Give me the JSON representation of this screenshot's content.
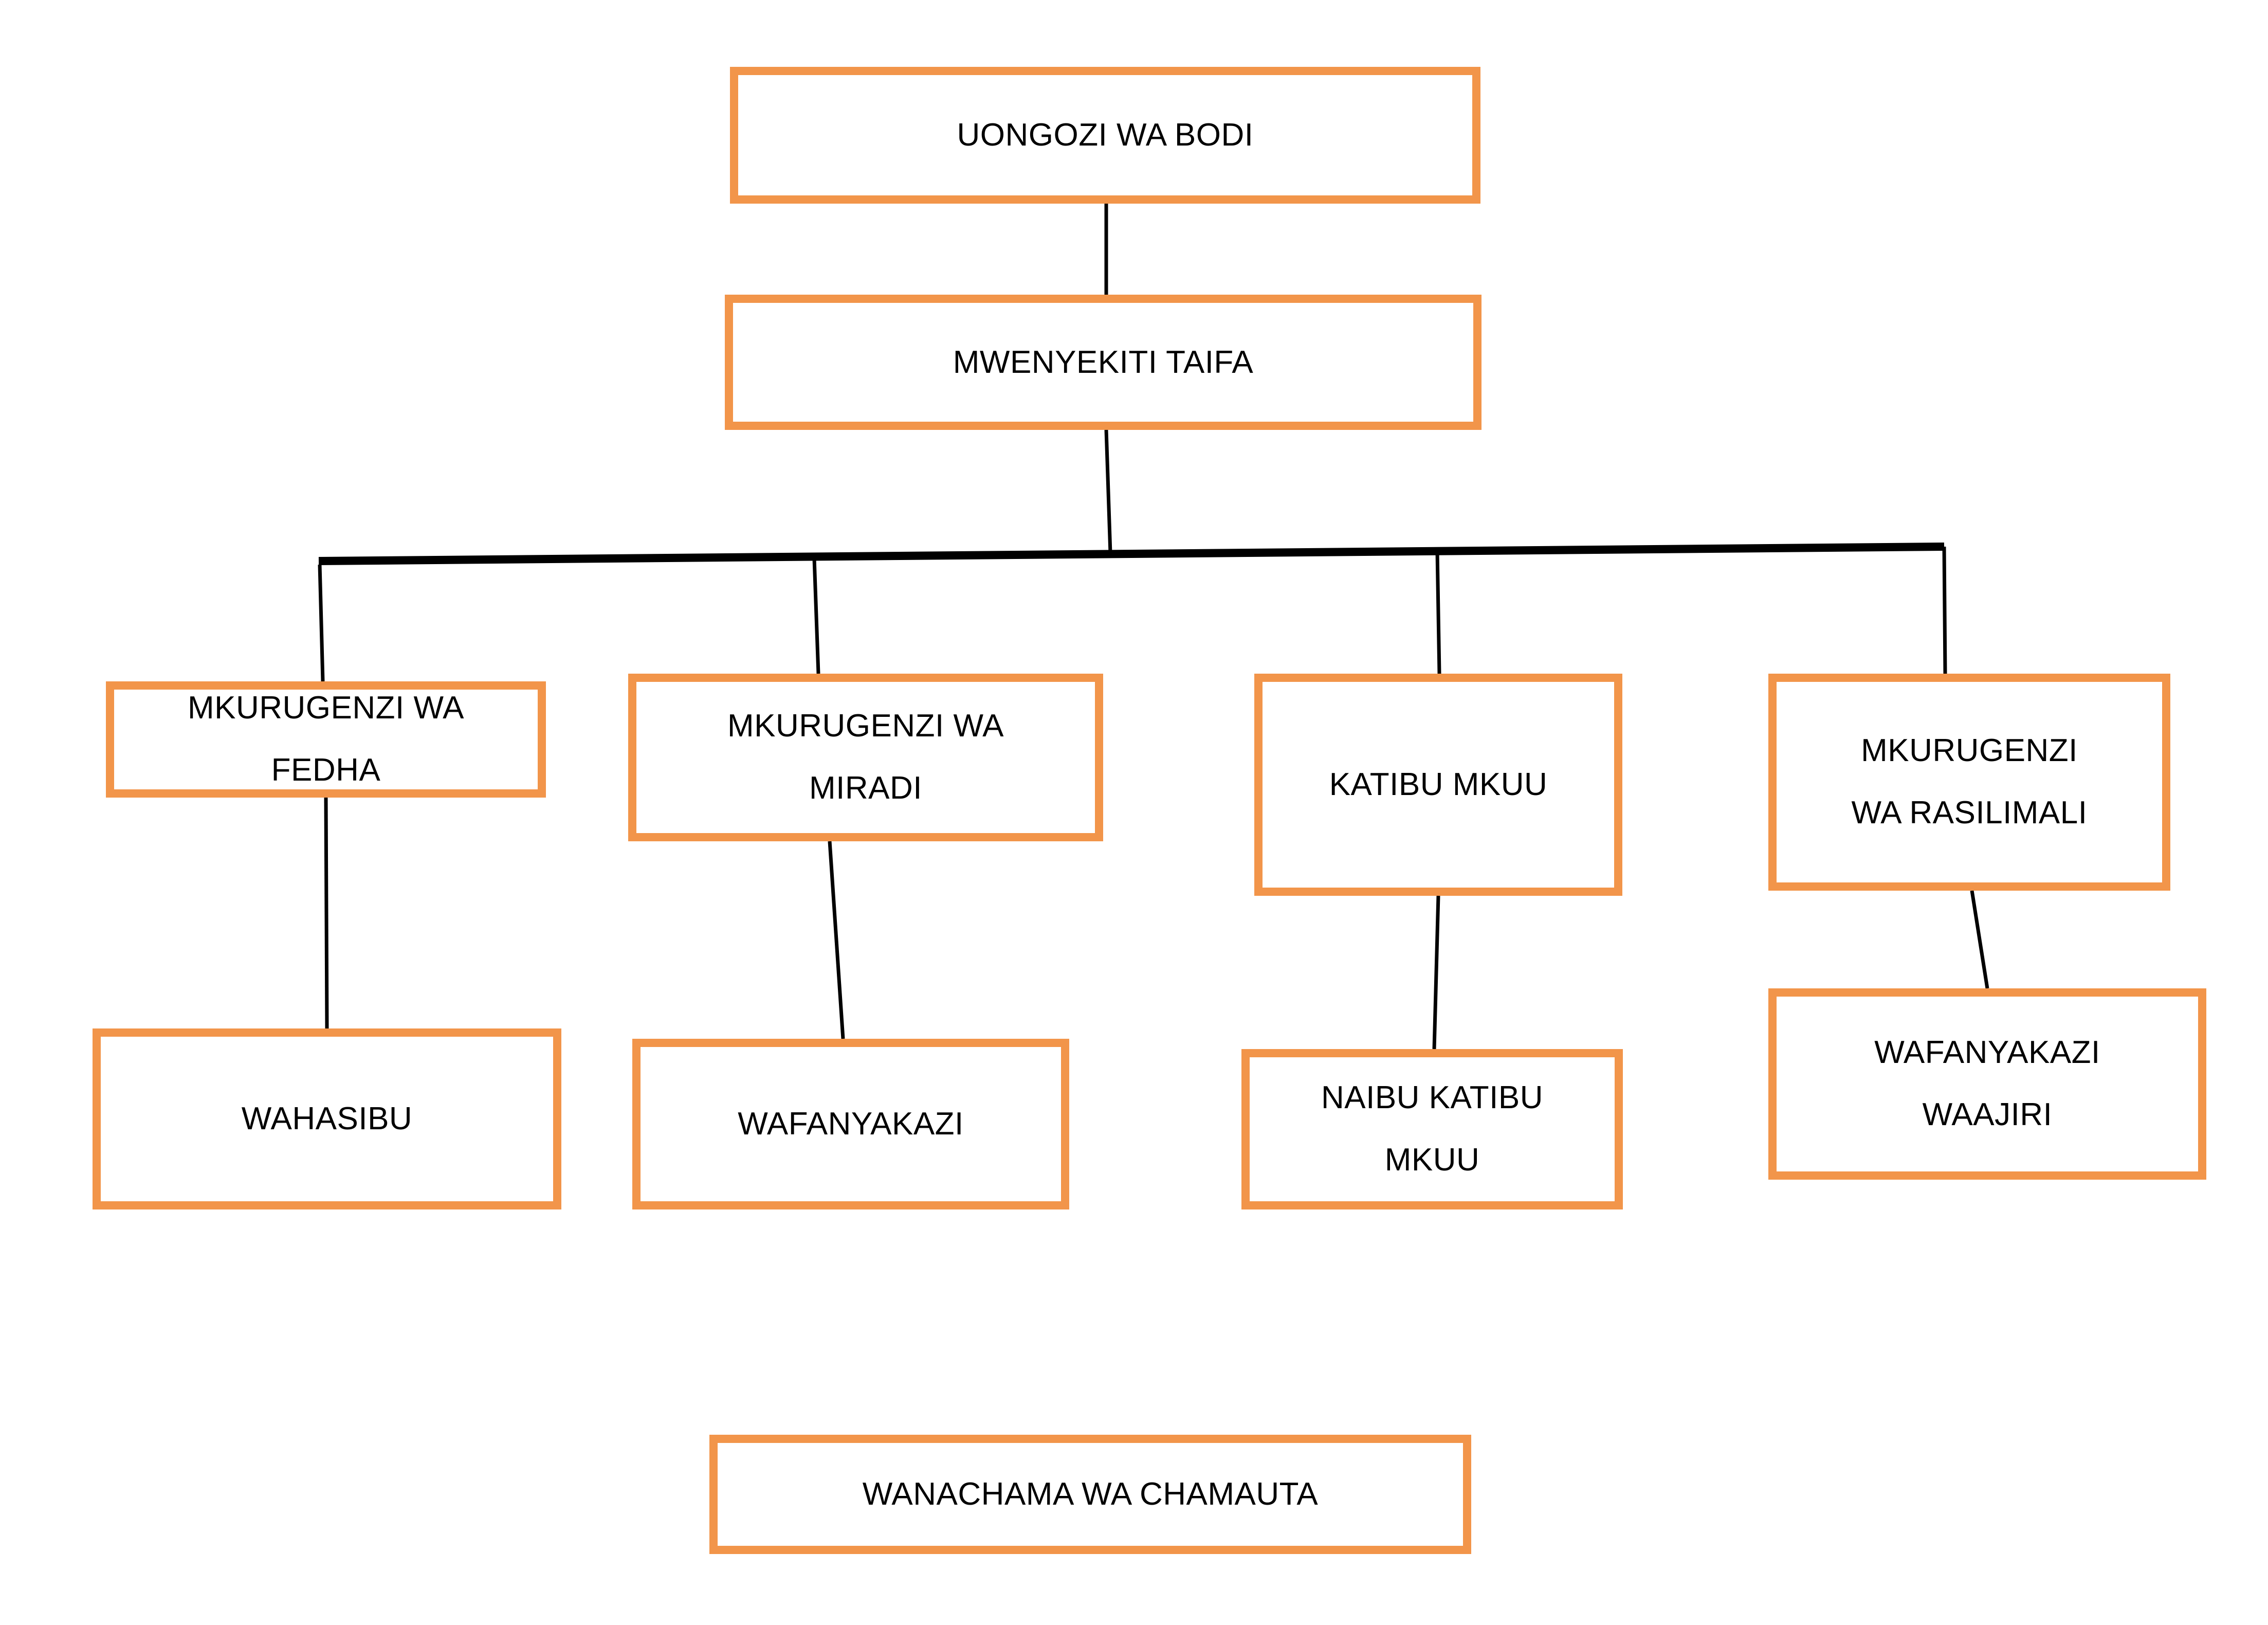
{
  "chart": {
    "type": "org-chart",
    "title": "",
    "accent_color": "#F2954A",
    "line_color": "#000000",
    "background_color": "#FFFFFF",
    "nodes": [
      {
        "id": "board",
        "label": "UONGOZI WA BODI",
        "level": 0
      },
      {
        "id": "chair",
        "label": "MWENYEKITI TAIFA",
        "level": 1
      },
      {
        "id": "fedha",
        "label": "MKURUGENZI WA\nFEDHA",
        "level": 2
      },
      {
        "id": "miradi",
        "label": "MKURUGENZI WA\nMIRADI",
        "level": 2
      },
      {
        "id": "katibu",
        "label": "KATIBU MKUU",
        "level": 2
      },
      {
        "id": "rasilimali",
        "label": "MKURUGENZI\nWA RASILIMALI",
        "level": 2
      },
      {
        "id": "wahasibu",
        "label": "WAHASIBU",
        "level": 3
      },
      {
        "id": "wafanyakazi",
        "label": "WAFANYAKAZI",
        "level": 3
      },
      {
        "id": "naibu",
        "label": "NAIBU KATIBU\nMKUU",
        "level": 3
      },
      {
        "id": "waajiri",
        "label": "WAFANYAKAZI\nWAAJIRI",
        "level": 3
      },
      {
        "id": "wanachama",
        "label": "WANACHAMA WA CHAMAUTA",
        "level": 4
      }
    ],
    "edges": [
      {
        "from": "board",
        "to": "chair"
      },
      {
        "from": "chair",
        "to": "fedha"
      },
      {
        "from": "chair",
        "to": "miradi"
      },
      {
        "from": "chair",
        "to": "katibu"
      },
      {
        "from": "chair",
        "to": "rasilimali"
      },
      {
        "from": "fedha",
        "to": "wahasibu"
      },
      {
        "from": "miradi",
        "to": "wafanyakazi"
      },
      {
        "from": "katibu",
        "to": "naibu"
      },
      {
        "from": "rasilimali",
        "to": "waajiri"
      }
    ]
  }
}
